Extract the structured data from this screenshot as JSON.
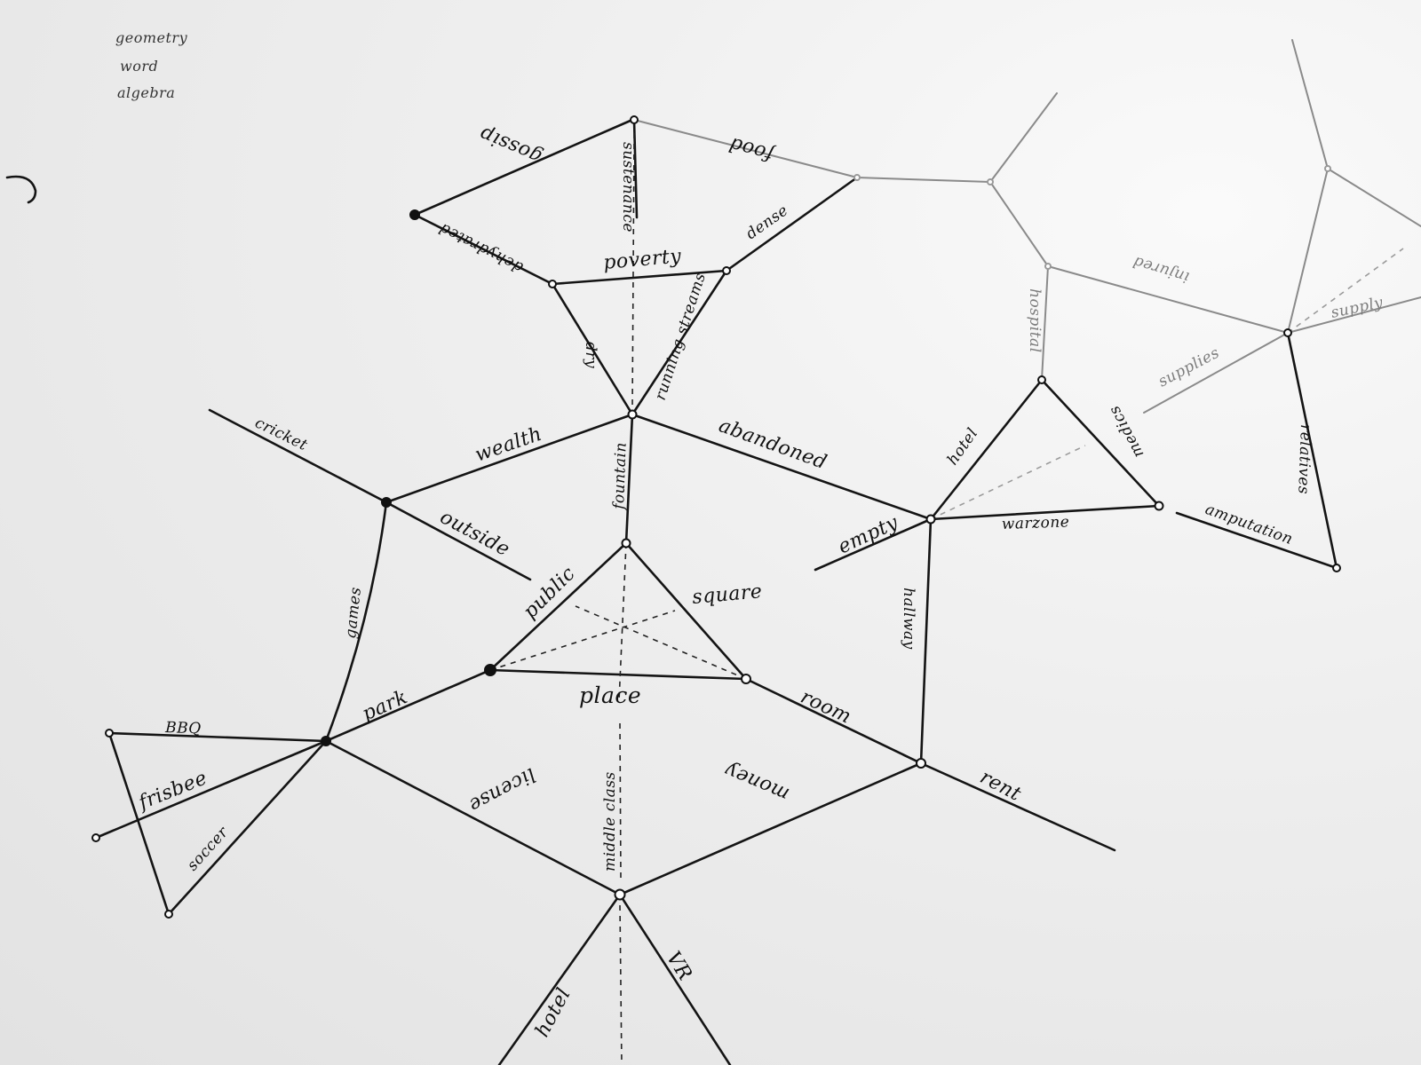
{
  "corner_notes": [
    "geometry",
    "word",
    "algebra"
  ],
  "labels": {
    "gossip": "gossip",
    "food": "food",
    "dehydrated": "dehydrated",
    "sustenance": "sustenance",
    "poverty": "poverty",
    "dense": "dense",
    "dry": "dry",
    "running_streams": "running streams",
    "fountain": "fountain",
    "wealth": "wealth",
    "cricket": "cricket",
    "outside": "outside",
    "abandoned": "abandoned",
    "public": "public",
    "square": "square",
    "empty": "empty",
    "place": "place",
    "park": "park",
    "games": "games",
    "bbq": "BBQ",
    "frisbee": "frisbee",
    "soccer": "soccer",
    "room": "room",
    "hallway": "hallway",
    "warzone": "warzone",
    "hotel": "hotel",
    "medics": "medics",
    "amputation": "amputation",
    "hospital": "hospital",
    "injured": "injured",
    "supplies": "supplies",
    "relatives": "relatives",
    "supply": "supply",
    "rent": "rent",
    "money": "money",
    "middle_class": "middle class",
    "license": "license",
    "hotel_bottom": "hotel",
    "vr": "VR"
  }
}
